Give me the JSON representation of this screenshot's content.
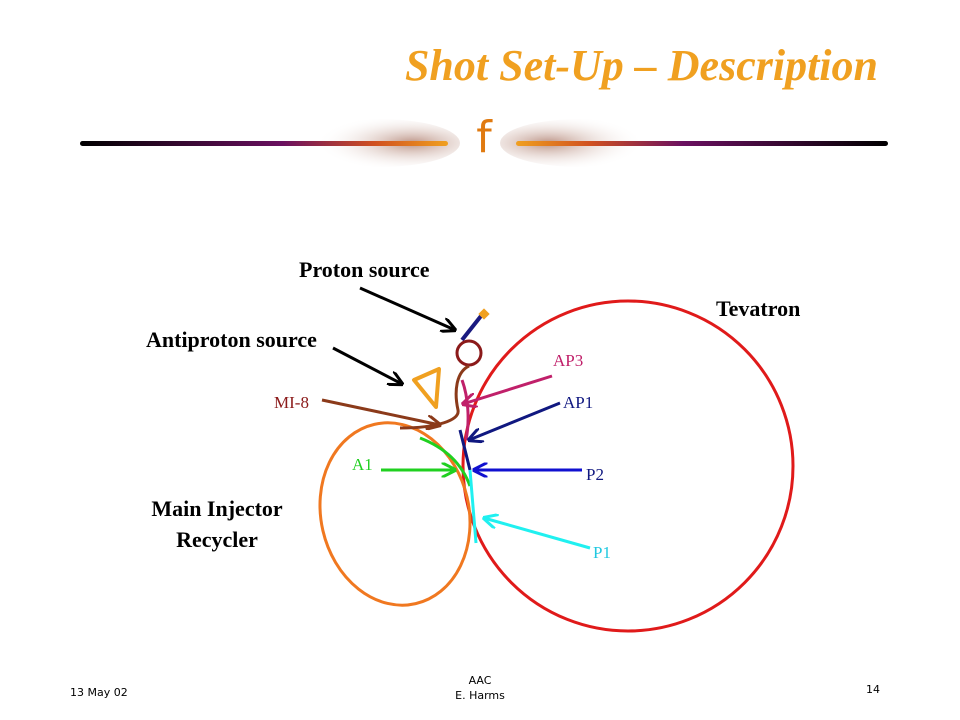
{
  "slide": {
    "title": "Shot Set-Up – Description",
    "divider_glyph": "f"
  },
  "labels": {
    "proton_source": "Proton source",
    "antiproton_source": "Antiproton source",
    "tevatron": "Tevatron",
    "main_injector": "Main Injector",
    "recycler": "Recycler",
    "mi8": "MI-8",
    "ap3": "AP3",
    "ap1": "AP1",
    "a1": "A1",
    "p2": "P2",
    "p1": "P1"
  },
  "colors": {
    "title": "#f0a020",
    "tevatron_ring": "#e01a1a",
    "main_injector_ring": "#f07820",
    "mi8_line": "#8b3a1a",
    "ap3_line": "#c0206a",
    "ap1_line": "#101880",
    "a1_line": "#20d020",
    "p2_line": "#1010d0",
    "p1_line": "#20f0f0"
  },
  "footer": {
    "date": "13 May 02",
    "center_line1": "AAC",
    "center_line2": "E. Harms",
    "page_number": "14"
  }
}
